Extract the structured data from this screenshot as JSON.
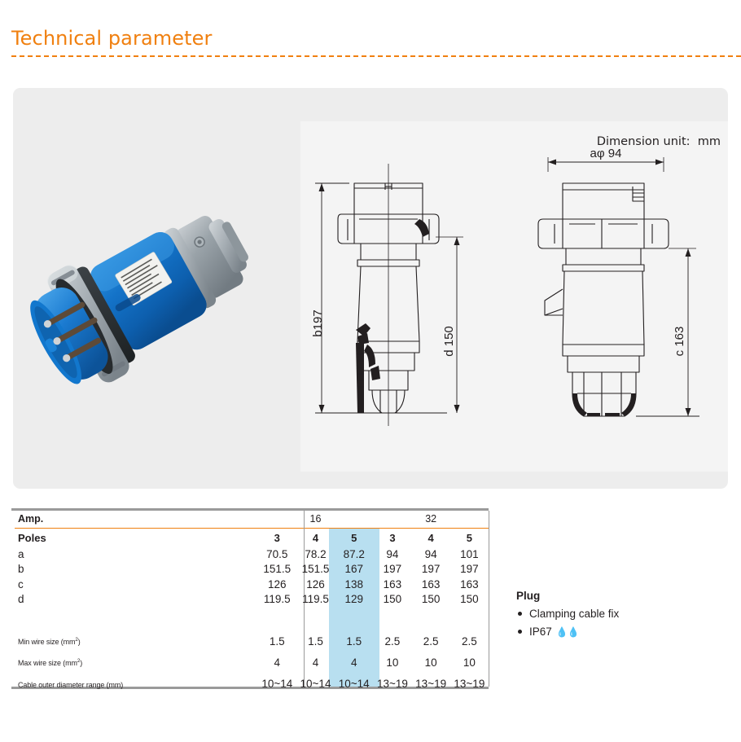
{
  "header": {
    "title": "Technical parameter"
  },
  "visual": {
    "photo_alt": "industrial-plug-photo",
    "dimension_unit_label": "Dimension unit:  mm",
    "drawing_labels": {
      "a": "aφ 94",
      "b": "b197",
      "c": "c 163",
      "d": "d 150"
    }
  },
  "table": {
    "amp_label": "Amp.",
    "poles_label": "Poles",
    "amp_groups": [
      "16",
      "32"
    ],
    "poles": [
      "3",
      "4",
      "5",
      "3",
      "4",
      "5"
    ],
    "highlight_column_index": 3,
    "highlight_color": "#b8dff0",
    "accent_color": "#f08010",
    "dimension_rows": [
      {
        "key": "a",
        "values": [
          "70.5",
          "78.2",
          "87.2",
          "94",
          "94",
          "101"
        ]
      },
      {
        "key": "b",
        "values": [
          "151.5",
          "151.5",
          "167",
          "197",
          "197",
          "197"
        ]
      },
      {
        "key": "c",
        "values": [
          "126",
          "126",
          "138",
          "163",
          "163",
          "163"
        ]
      },
      {
        "key": "d",
        "values": [
          "119.5",
          "119.5",
          "129",
          "150",
          "150",
          "150"
        ]
      }
    ],
    "wire_rows": [
      {
        "key": "Min wire size (mm",
        "sup": "2",
        "key_end": ")",
        "values": [
          "1.5",
          "1.5",
          "1.5",
          "2.5",
          "2.5",
          "2.5"
        ]
      },
      {
        "key": "Max wire size (mm",
        "sup": "2",
        "key_end": ")",
        "values": [
          "4",
          "4",
          "4",
          "10",
          "10",
          "10"
        ]
      },
      {
        "key": "Cable outer diameter range (mm)",
        "sup": "",
        "key_end": "",
        "values": [
          "10~14",
          "10~14",
          "10~14",
          "13~19",
          "13~19",
          "13~19"
        ]
      }
    ]
  },
  "info": {
    "title": "Plug",
    "items": [
      "Clamping cable fix",
      "IP67"
    ],
    "ip_drops": "💧💧"
  }
}
